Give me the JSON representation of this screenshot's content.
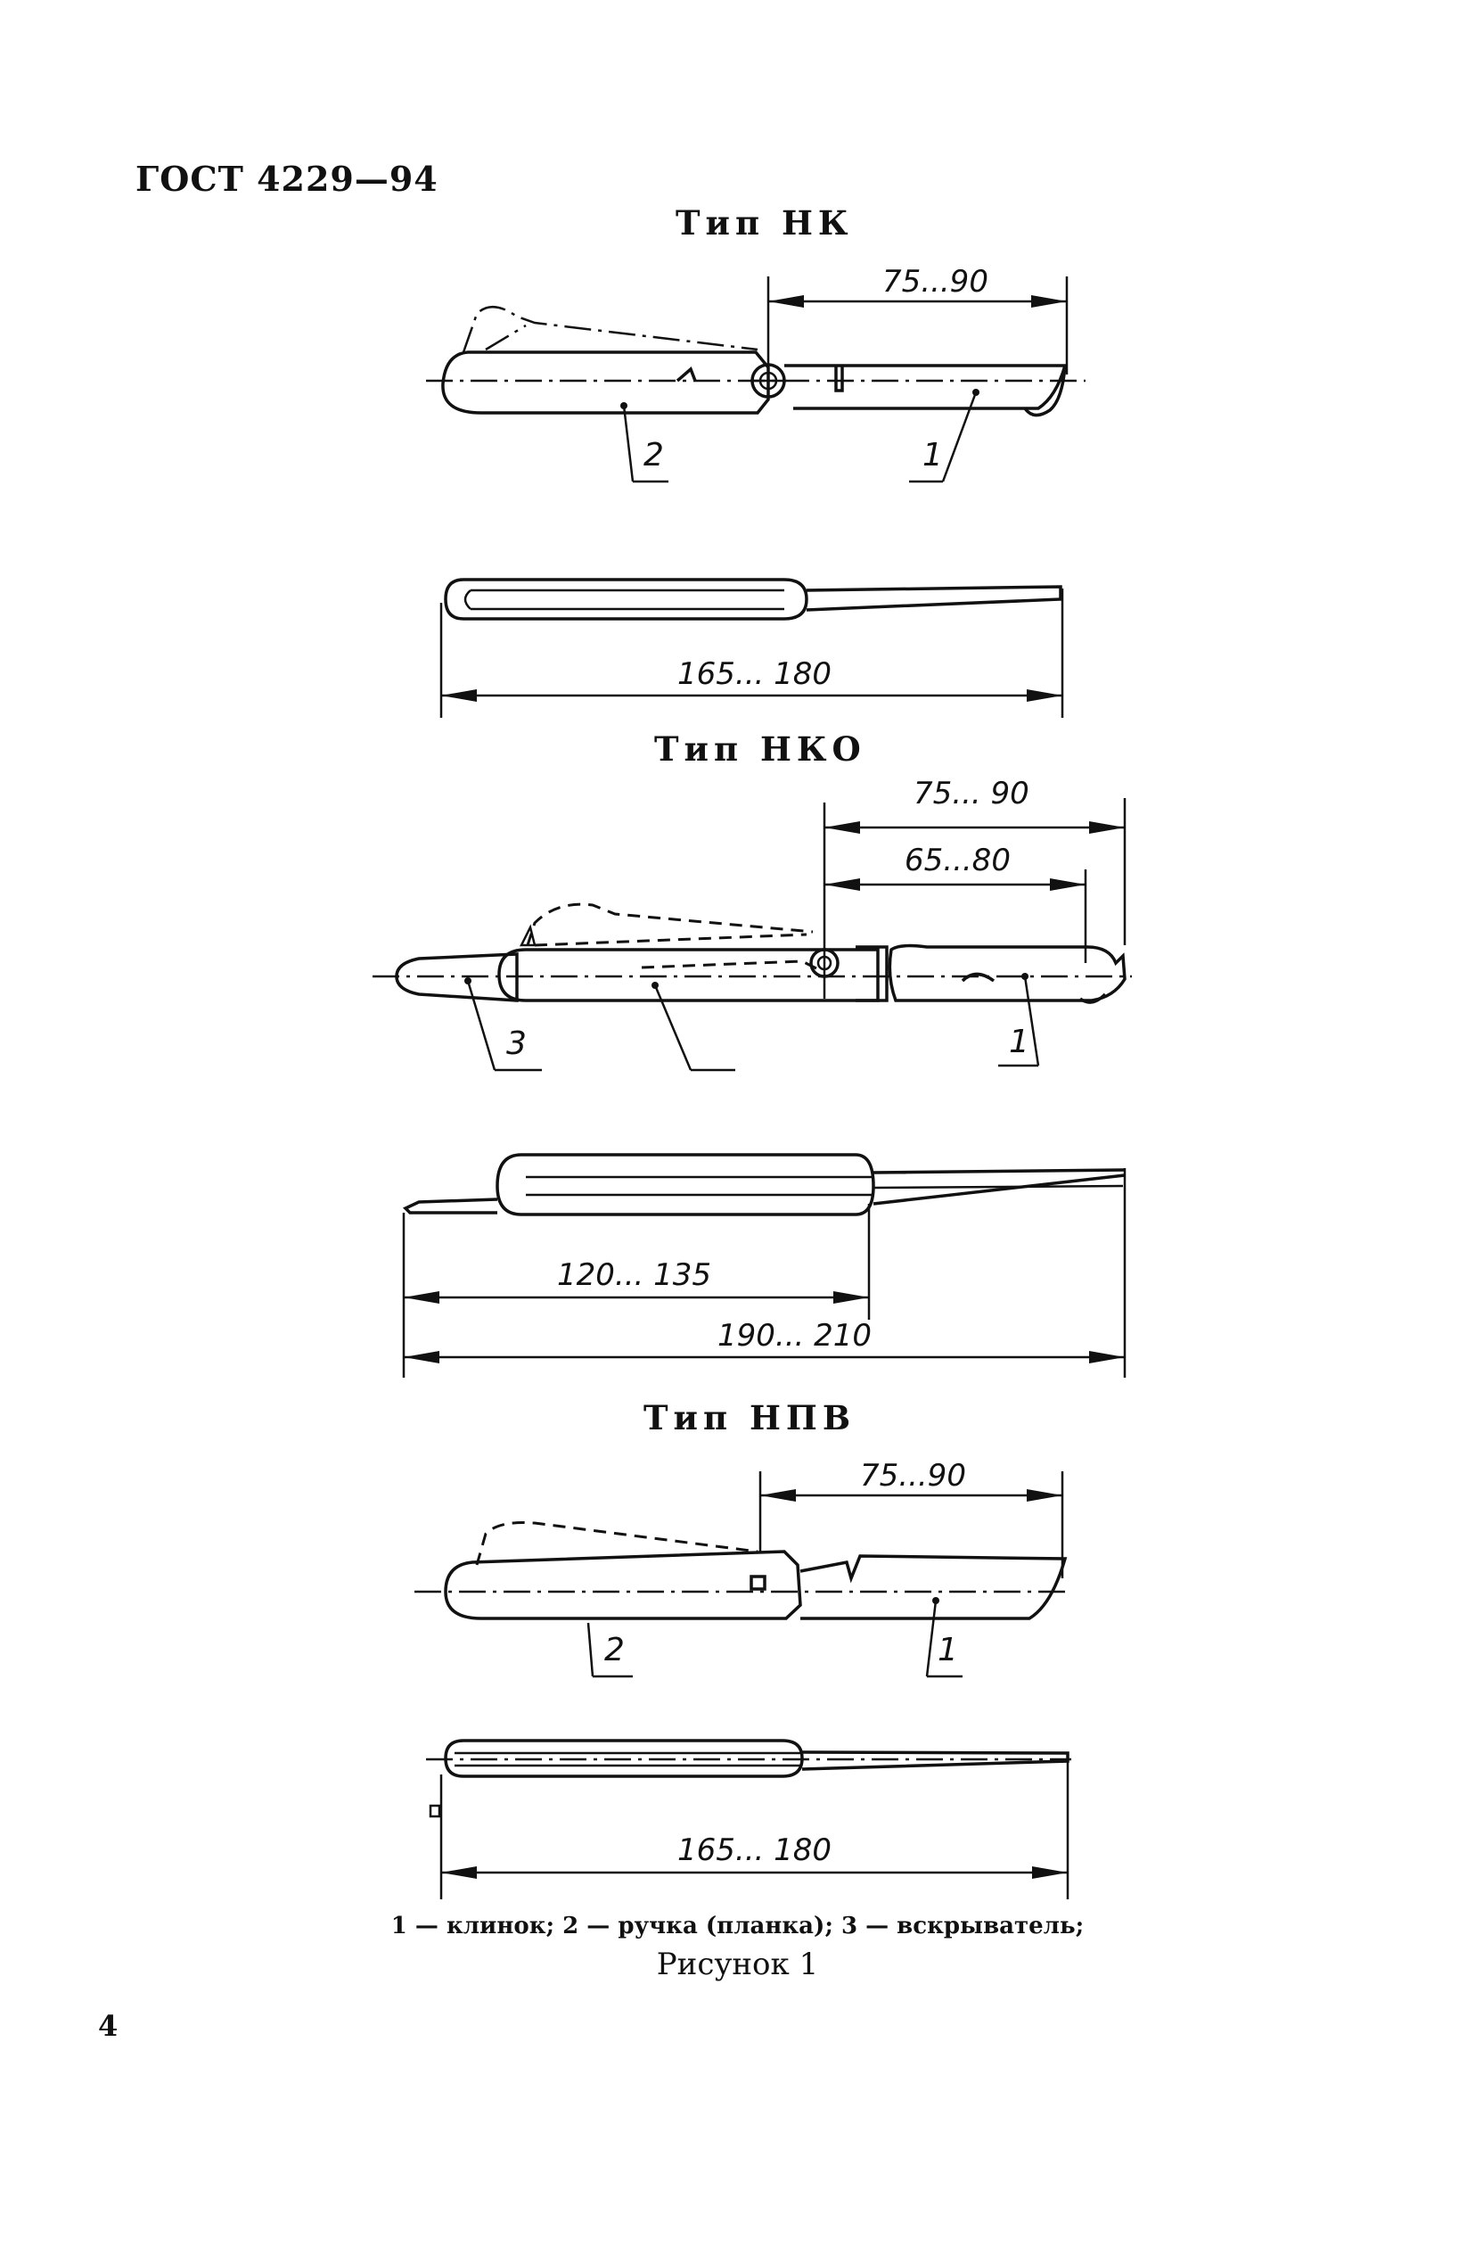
{
  "header": {
    "standard": "ГОСТ 4229—94"
  },
  "sections": [
    {
      "title": "Тип НК",
      "dims": [
        "75...90",
        "165... 180"
      ],
      "callouts": [
        "2",
        "1"
      ]
    },
    {
      "title": "Тип НКО",
      "dims": [
        "75... 90",
        "65...80",
        "120... 135",
        "190... 210"
      ],
      "callouts": [
        "3",
        "1"
      ]
    },
    {
      "title": "Тип НПВ",
      "dims": [
        "75...90",
        "165... 180"
      ],
      "callouts": [
        "2",
        "1"
      ]
    }
  ],
  "legend": "1 — клинок; 2 — ручка (планка); 3 — вскрыватель;",
  "caption": "Рисунок 1",
  "page_number": "4"
}
